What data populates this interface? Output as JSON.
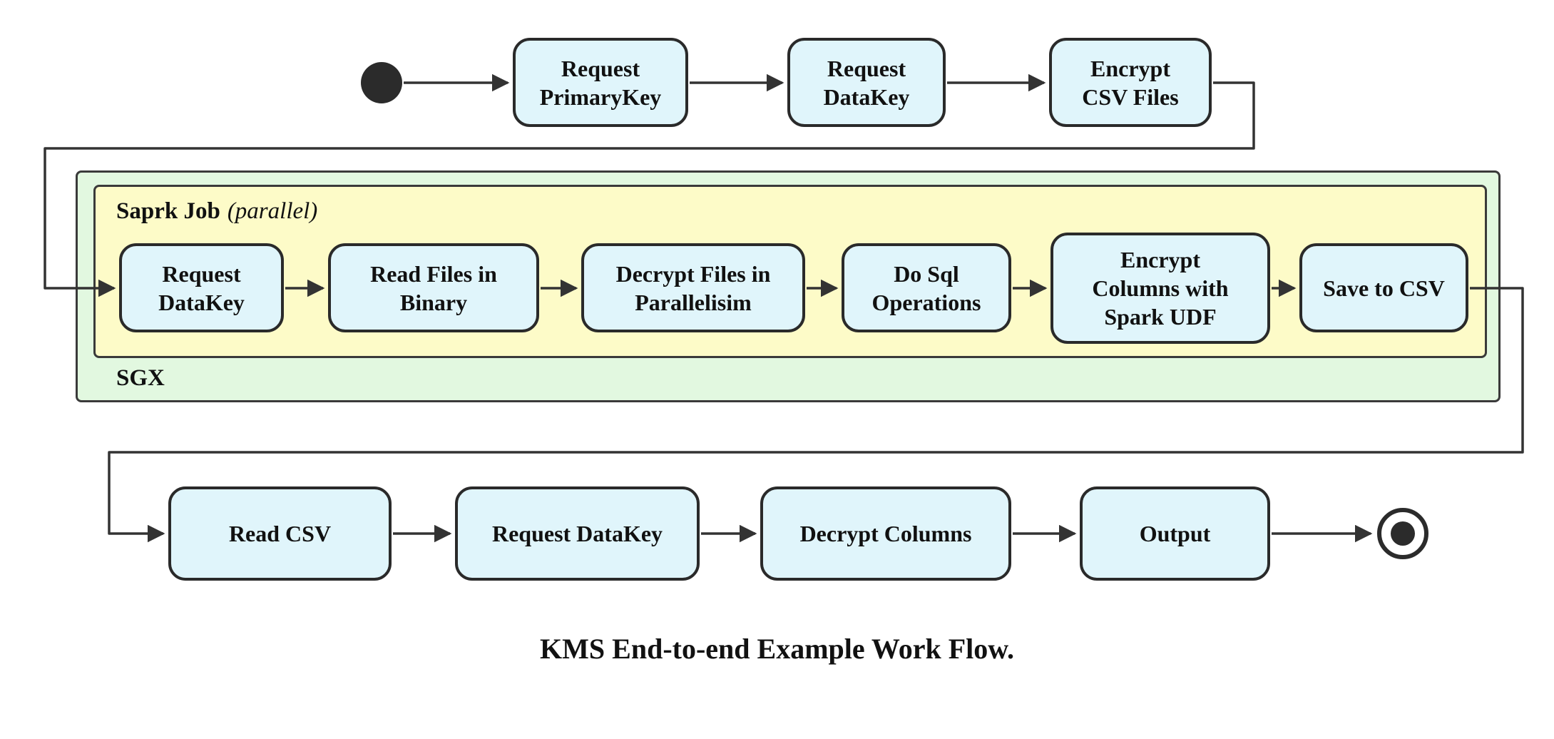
{
  "diagram": {
    "title": "KMS End-to-end Example Work Flow.",
    "colors": {
      "node_fill": "#e0f5fb",
      "node_border": "#2a2a2a",
      "spark_container_fill": "#fdfbc8",
      "sgx_container_fill": "#e2f8e0",
      "arrow": "#333333",
      "background": "#ffffff"
    },
    "containers": {
      "sgx": {
        "label": "SGX"
      },
      "spark": {
        "label": "Saprk Job",
        "note": "(parallel)"
      }
    },
    "nodes": {
      "request_primarykey": {
        "label": "Request\nPrimaryKey"
      },
      "request_datakey_top": {
        "label": "Request\nDataKey"
      },
      "encrypt_csv_files": {
        "label": "Encrypt\nCSV Files"
      },
      "request_datakey_spark": {
        "label": "Request\nDataKey"
      },
      "read_files_binary": {
        "label": "Read Files in\nBinary"
      },
      "decrypt_files_parallel": {
        "label": "Decrypt Files in\nParallelisim"
      },
      "do_sql_operations": {
        "label": "Do Sql\nOperations"
      },
      "encrypt_columns_udf": {
        "label": "Encrypt\nColumns with\nSpark UDF"
      },
      "save_to_csv": {
        "label": "Save to CSV"
      },
      "read_csv": {
        "label": "Read CSV"
      },
      "request_datakey_client": {
        "label": "Request DataKey"
      },
      "decrypt_columns": {
        "label": "Decrypt Columns"
      },
      "output": {
        "label": "Output"
      }
    }
  }
}
